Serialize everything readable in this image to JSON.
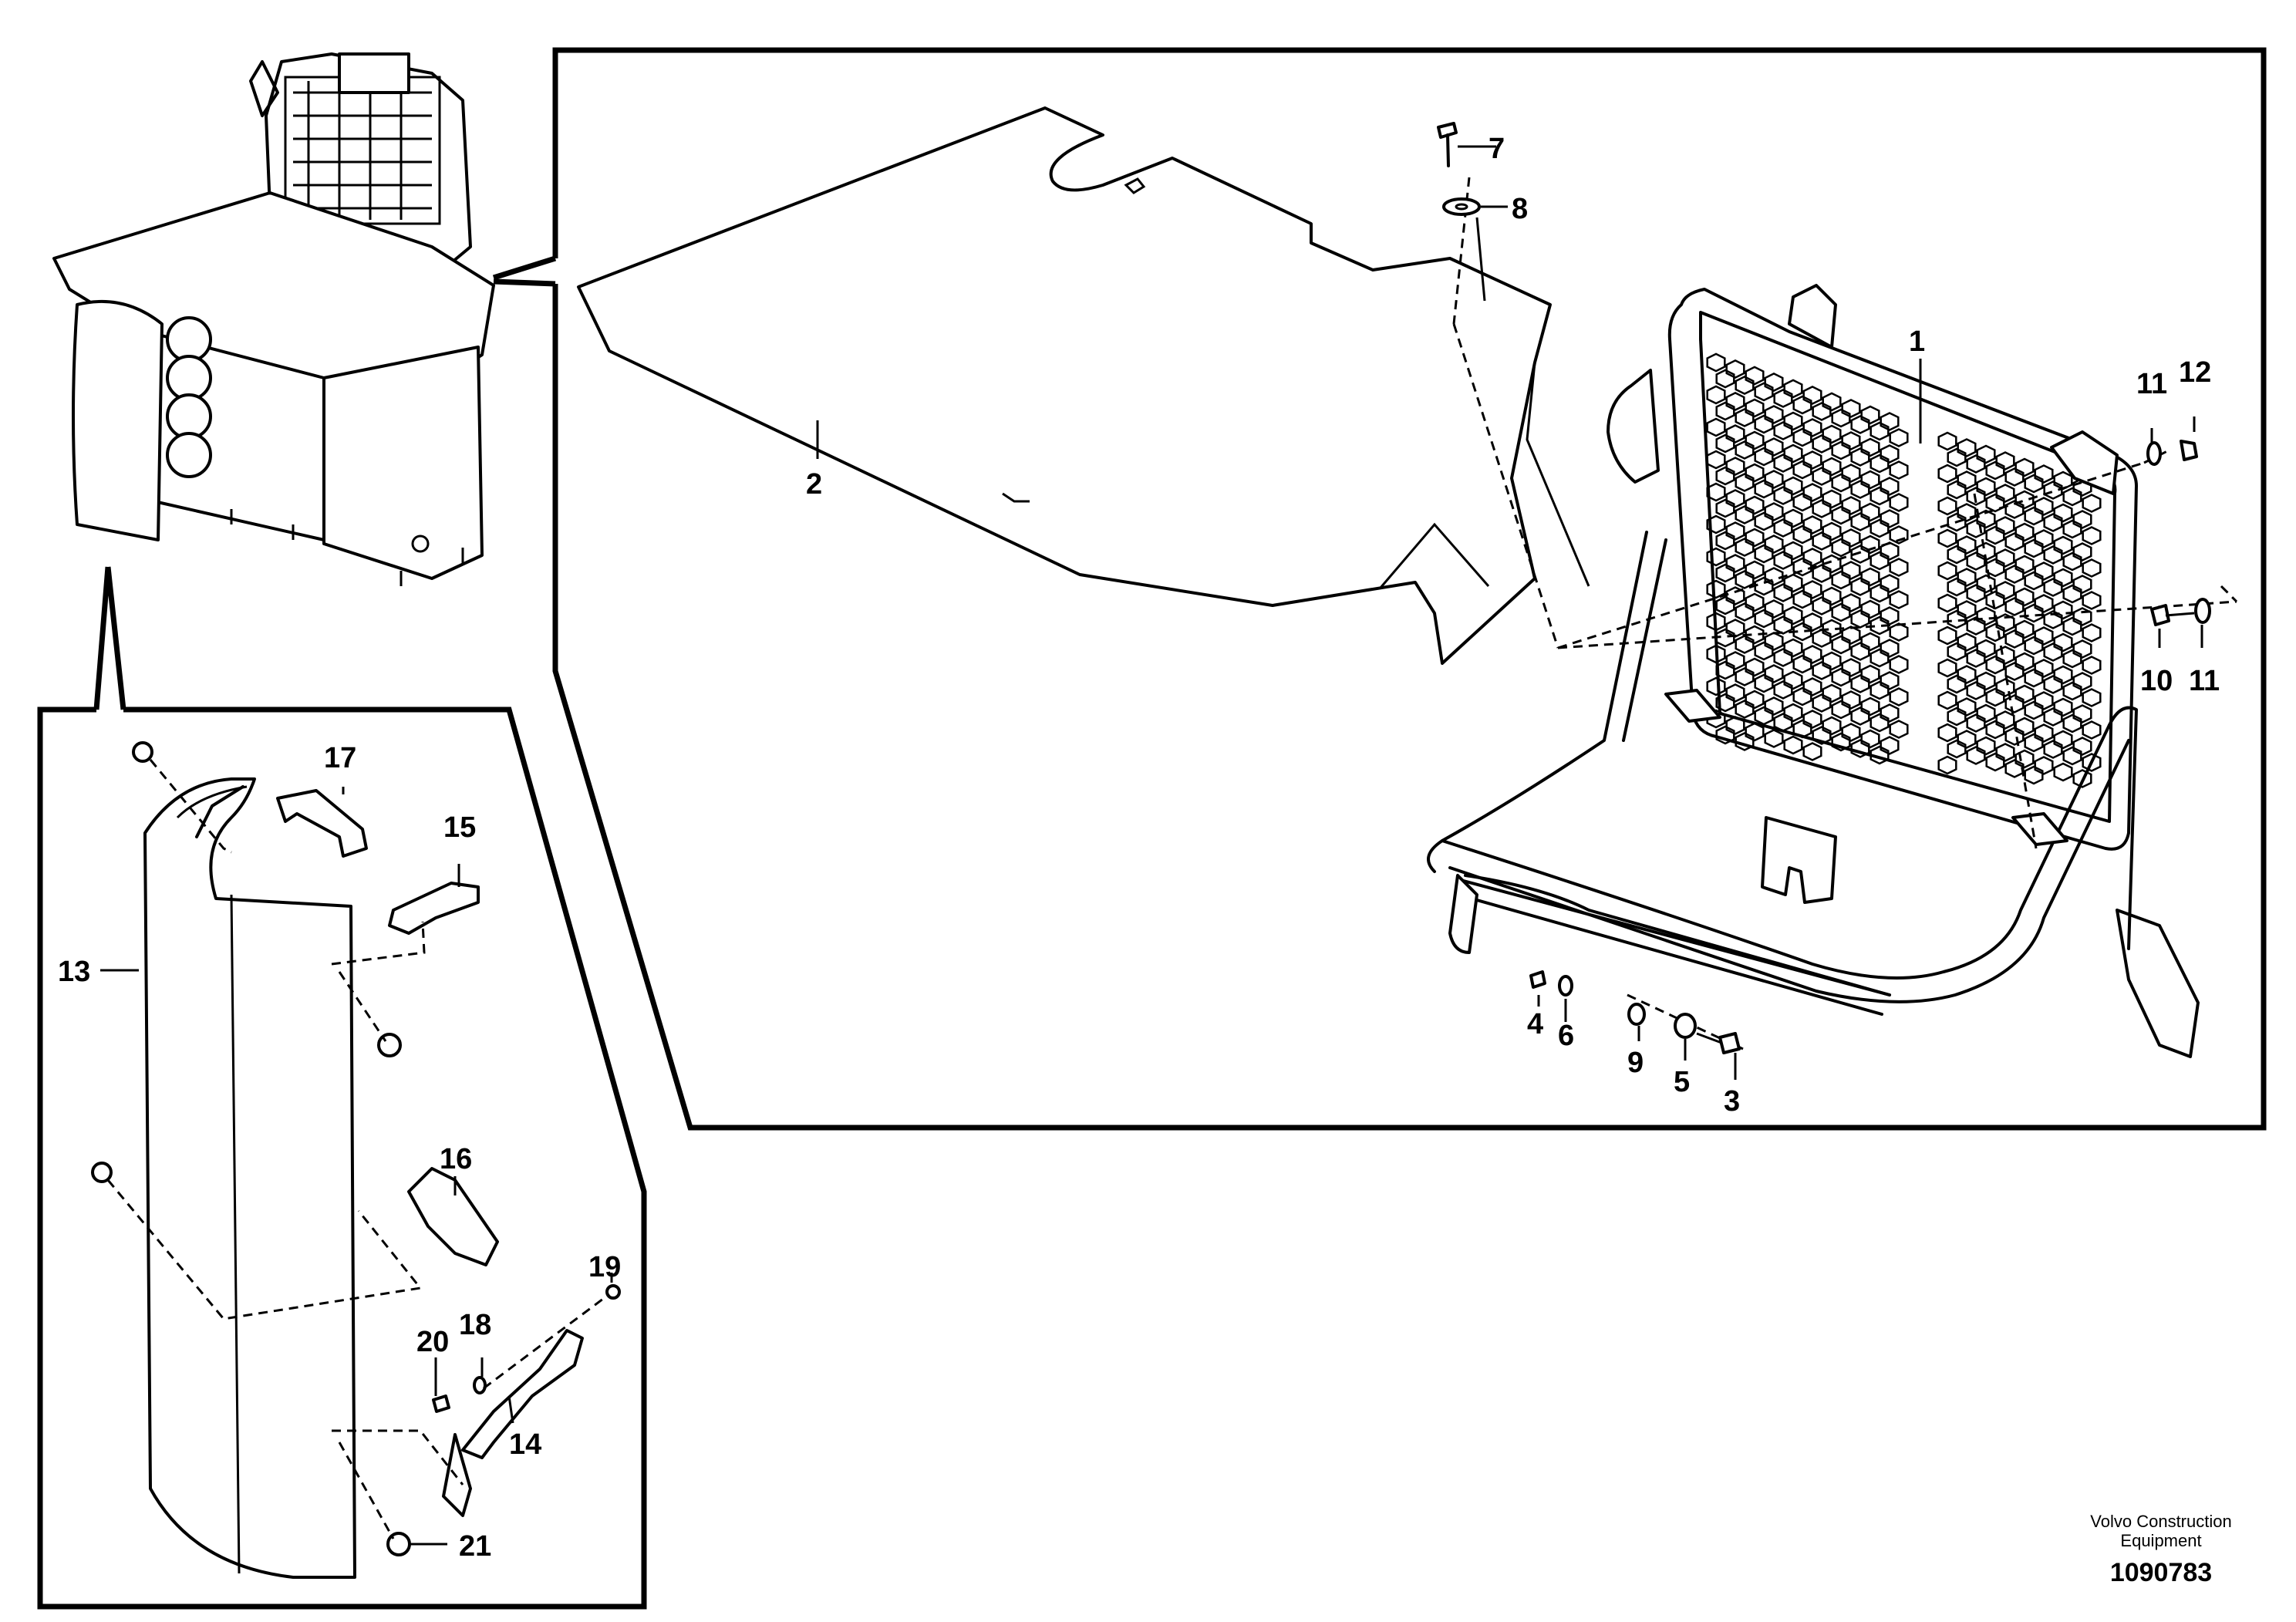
{
  "callouts": {
    "c1": "1",
    "c2": "2",
    "c3": "3",
    "c4": "4",
    "c5": "5",
    "c6": "6",
    "c7": "7",
    "c8": "8",
    "c9": "9",
    "c10": "10",
    "c11a": "11",
    "c11b": "11",
    "c12": "12",
    "c13": "13",
    "c14": "14",
    "c15": "15",
    "c16": "16",
    "c17": "17",
    "c18": "18",
    "c19": "19",
    "c20": "20",
    "c21": "21"
  },
  "footer": {
    "brand_line1": "Volvo Construction",
    "brand_line2": "Equipment",
    "drawing_number": "1090783"
  }
}
